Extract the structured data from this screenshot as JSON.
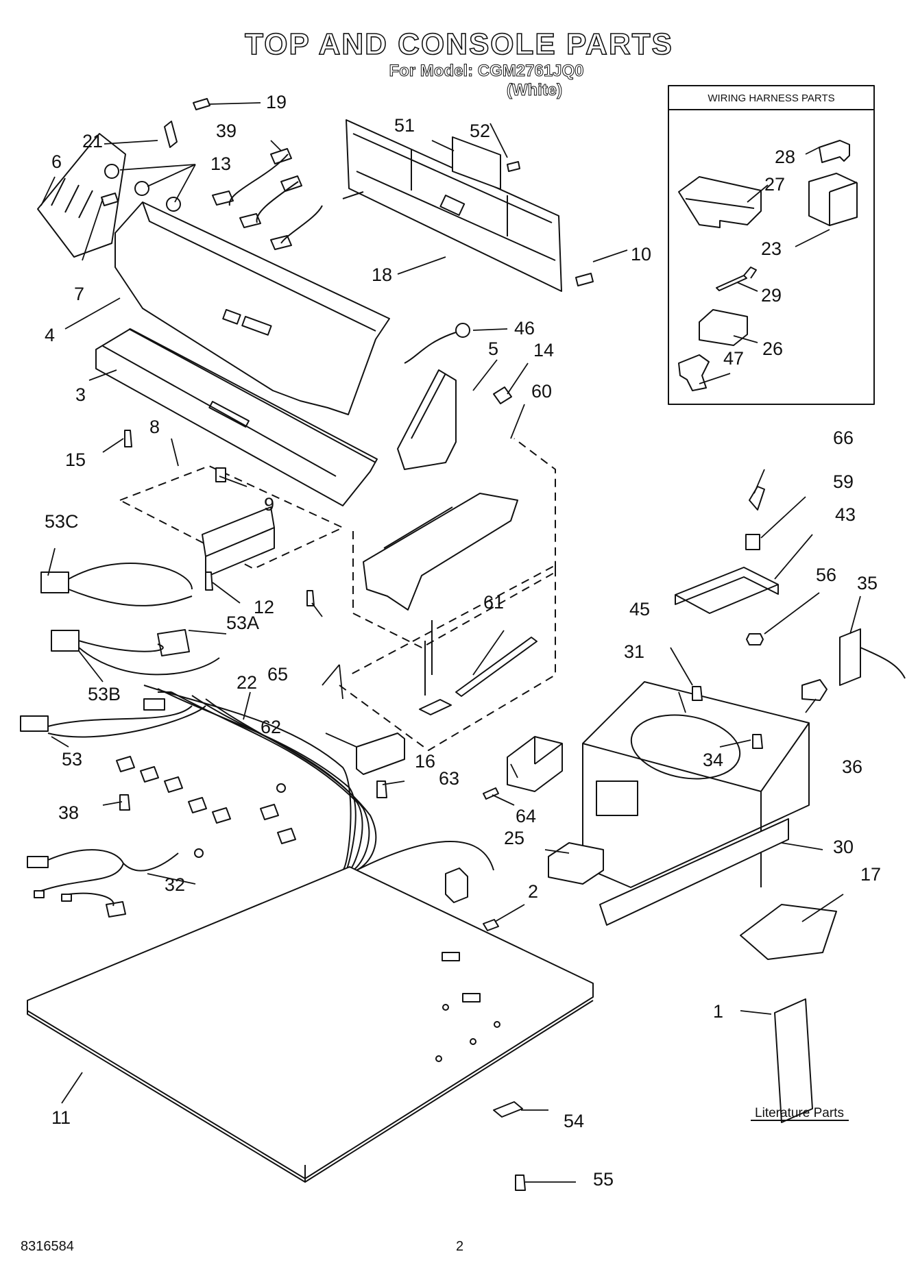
{
  "title": "TOP AND CONSOLE PARTS",
  "model_line": "For Model: CGM2761JQ0",
  "color_line": "(White)",
  "wiring_box_title": "WIRING HARNESS PARTS",
  "literature_label": "Literature Parts",
  "doc_number": "8316584",
  "page_number": "2",
  "part_labels": [
    "19",
    "21",
    "39",
    "13",
    "6",
    "7",
    "4",
    "3",
    "51",
    "52",
    "18",
    "10",
    "46",
    "5",
    "14",
    "60",
    "8",
    "9",
    "15",
    "53C",
    "12",
    "53A",
    "53B",
    "22",
    "53",
    "38",
    "32",
    "16",
    "62",
    "63",
    "64",
    "65",
    "61",
    "66",
    "59",
    "43",
    "56",
    "35",
    "45",
    "31",
    "34",
    "36",
    "25",
    "30",
    "17",
    "2",
    "1",
    "11",
    "54",
    "55",
    "28",
    "27",
    "23",
    "29",
    "26",
    "47"
  ]
}
